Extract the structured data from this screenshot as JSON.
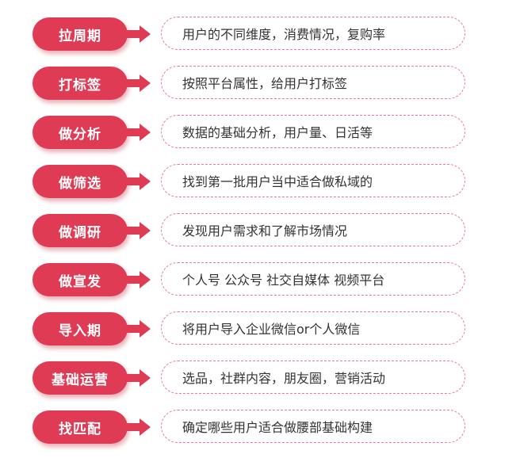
{
  "colors": {
    "accent": "#e03b55",
    "dash": "#e87a8c",
    "text": "#333333"
  },
  "steps": [
    {
      "label": "拉周期",
      "description": "用户的不同维度，消费情况，复购率"
    },
    {
      "label": "打标签",
      "description": "按照平台属性，给用户打标签"
    },
    {
      "label": "做分析",
      "description": "数据的基础分析，用户量、日活等"
    },
    {
      "label": "做筛选",
      "description": "找到第一批用户当中适合做私域的"
    },
    {
      "label": "做调研",
      "description": "发现用户需求和了解市场情况"
    },
    {
      "label": "做宣发",
      "description": "个人号 公众号 社交自媒体 视频平台"
    },
    {
      "label": "导入期",
      "description": "将用户导入企业微信or个人微信"
    },
    {
      "label": "基础运营",
      "description": "选品，社群内容，朋友圈，营销活动"
    },
    {
      "label": "找匹配",
      "description": "确定哪些用户适合做腰部基础构建"
    }
  ]
}
